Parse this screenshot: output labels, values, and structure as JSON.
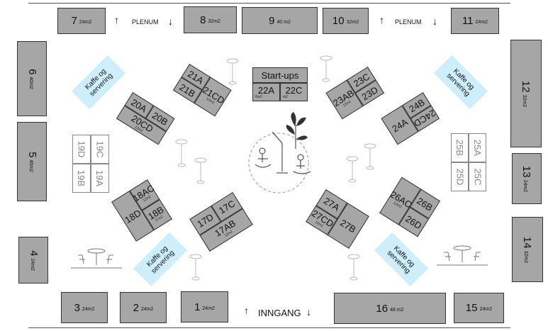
{
  "booths": {
    "b1": {
      "num": "1",
      "area": "24m2"
    },
    "b2": {
      "num": "2",
      "area": "24m2"
    },
    "b3": {
      "num": "3",
      "area": "24m2"
    },
    "b4": {
      "num": "4",
      "area": "24m2"
    },
    "b5": {
      "num": "5",
      "area": "40m2"
    },
    "b6": {
      "num": "6",
      "area": "40m2"
    },
    "b7": {
      "num": "7",
      "area": "24m2"
    },
    "b8": {
      "num": "8",
      "area": "32m2"
    },
    "b9": {
      "num": "9",
      "area": "40 m2"
    },
    "b10": {
      "num": "10",
      "area": "32m2"
    },
    "b11": {
      "num": "11",
      "area": "24m2"
    },
    "b12": {
      "num": "12",
      "area": "32m2"
    },
    "b13": {
      "num": "13",
      "area": "24m2"
    },
    "b14": {
      "num": "14",
      "area": "32m2"
    },
    "b15": {
      "num": "15",
      "area": "24m2"
    },
    "b16": {
      "num": "16",
      "area": "48 m2"
    }
  },
  "labels": {
    "plenum": "PLENUM",
    "inngang": "INNGANG",
    "startups": "Start-ups",
    "cafe": "Kaffe og servering",
    "up": "↑",
    "down": "↓"
  },
  "clusters": {
    "c21": [
      "21A",
      "21B",
      "21CD"
    ],
    "c20": [
      "20A",
      "20B",
      "20CD"
    ],
    "c22": [
      "22A",
      "22C"
    ],
    "c23": [
      "23C",
      "23AB",
      "23D"
    ],
    "c24": [
      "24A",
      "24B",
      "24CD"
    ],
    "c19": [
      "19D",
      "19C",
      "19B",
      "19A"
    ],
    "c25": [
      "25B",
      "25A",
      "25D",
      "25C"
    ],
    "c18": [
      "18D",
      "18AC",
      "18B"
    ],
    "c17": [
      "17D",
      "17C",
      "17AB"
    ],
    "c27": [
      "27A",
      "27CD",
      "27B"
    ],
    "c26": [
      "26AC",
      "26B",
      "26D"
    ]
  },
  "small_areas": {
    "a22A": "6m2",
    "a22C": "m2",
    "a20CD": "12m2",
    "a21CD": "12m2",
    "a23AB": "12m2",
    "a24CD": "12m2",
    "a18AC": "12m2",
    "a17AB": "12m2",
    "a27CD": "12m2",
    "a26AC": "12m2",
    "a18B": "6 m2",
    "a6m2": "6m2"
  }
}
